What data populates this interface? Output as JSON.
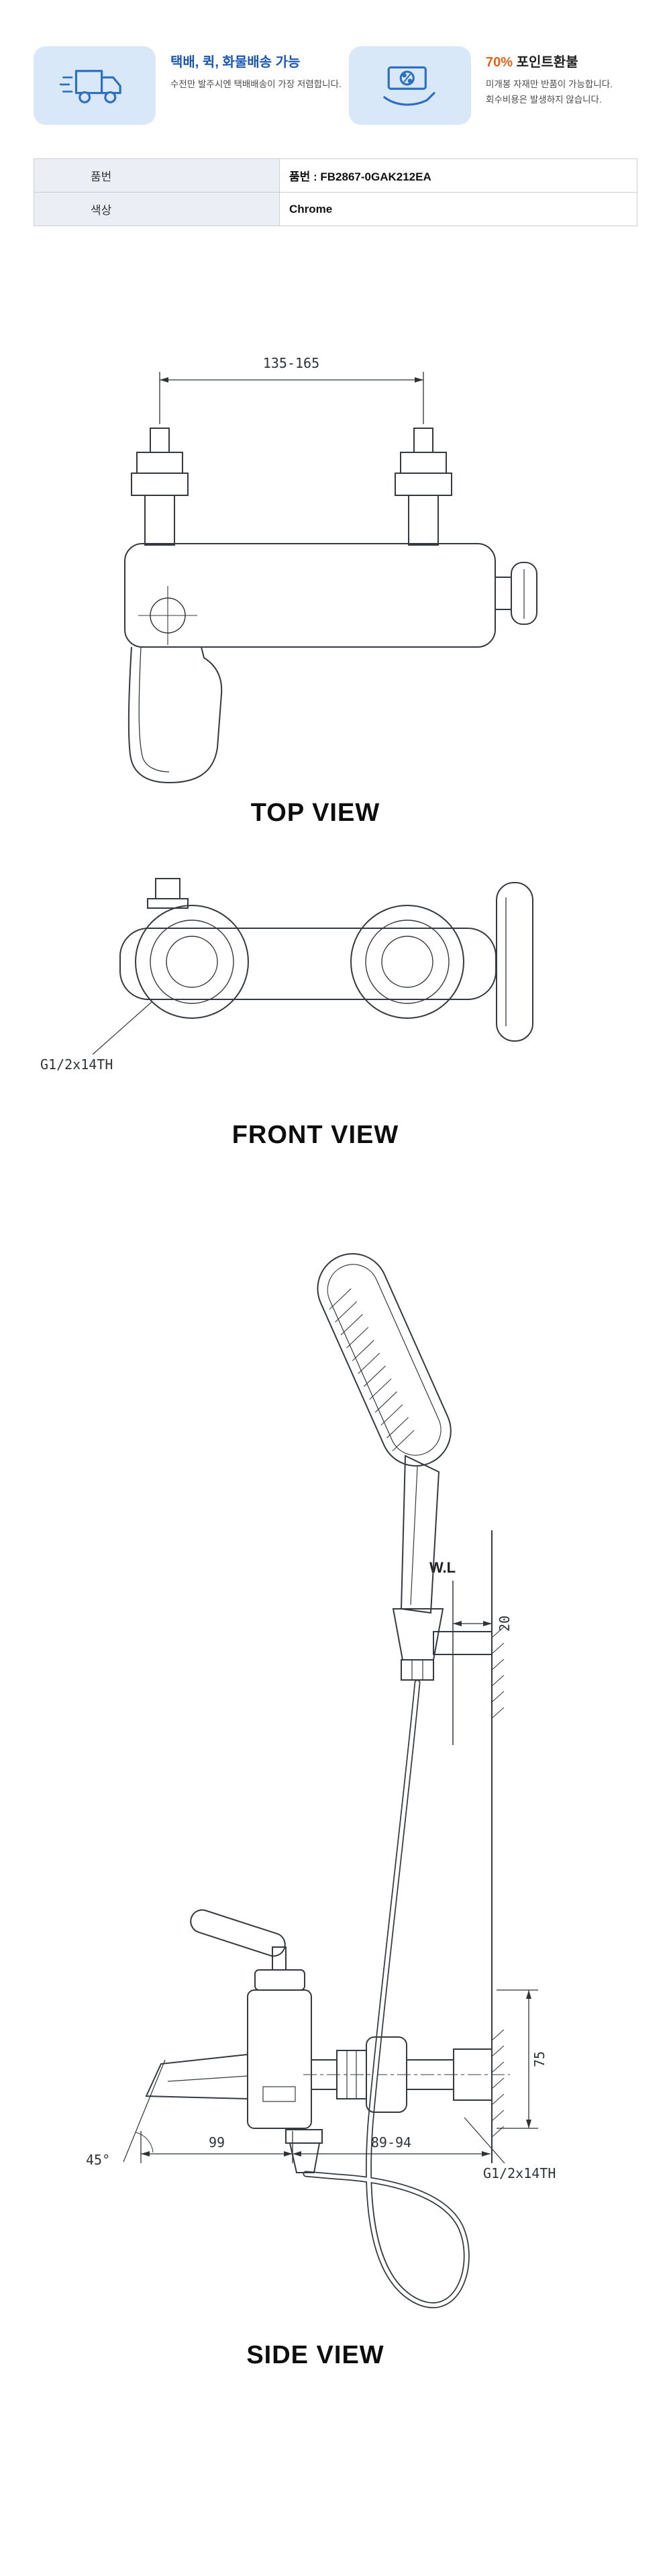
{
  "banners": {
    "delivery": {
      "icon": "truck-icon",
      "title": "택배, 퀵, 화물배송 가능",
      "subtitle": "수전만 발주시엔 택배배송이 가장 저렴합니다."
    },
    "point_refund": {
      "icon": "point-refund-icon",
      "title_percent": "70%",
      "title_rest": "포인트환불",
      "subtitle_line1": "미개봉 자재만 반품이 가능합니다.",
      "subtitle_line2": "회수비용은 발생하지 않습니다."
    }
  },
  "product_table": {
    "rows": [
      {
        "label": "품번",
        "value": "품번 : FB2867-0GAK212EA"
      },
      {
        "label": "색상",
        "value": "Chrome"
      }
    ]
  },
  "views": {
    "top": {
      "caption": "TOP VIEW",
      "dim_center_distance": "135-165"
    },
    "front": {
      "caption": "FRONT VIEW",
      "thread_label": "G1/2x14TH"
    },
    "side": {
      "caption": "SIDE VIEW",
      "wall_line_label": "W.L",
      "dim_wall_offset": "20",
      "dim_height": "75",
      "dim_spout_reach": "99",
      "dim_wall_range": "89-94",
      "angle": "45°",
      "thread_label": "G1/2x14TH"
    }
  },
  "colors": {
    "banner_icon_bg": "#d9e8f8",
    "banner_blue": "#1a57b0",
    "banner_orange": "#e8611c",
    "subtitle_gray": "#4b4b4b",
    "table_border": "#c8cdd8",
    "table_label_bg": "#eceef5",
    "drawing_line": "#343a40"
  }
}
